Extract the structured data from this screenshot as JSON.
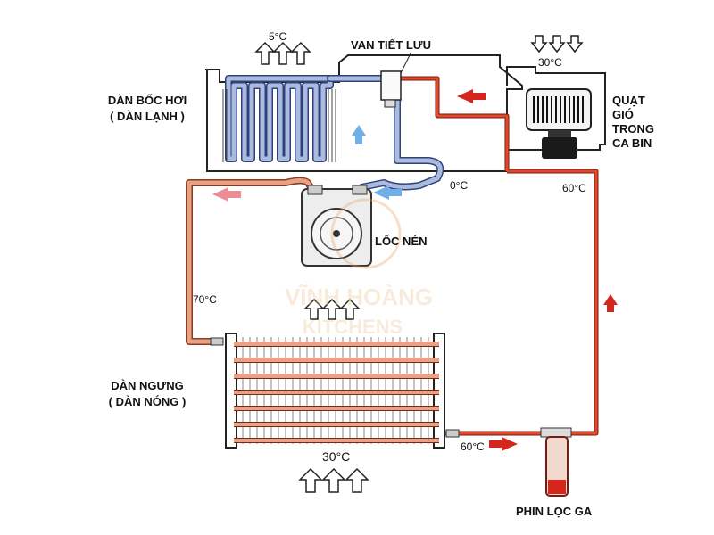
{
  "labels": {
    "evaporator_line1": "DÀN BỐC HƠI",
    "evaporator_line2": "( DÀN LẠNH )",
    "expansion_valve": "VAN TIẾT LƯU",
    "cabin_fan_line1": "QUẠT",
    "cabin_fan_line2": "GIÓ",
    "cabin_fan_line3": "TRONG",
    "cabin_fan_line4": "CA BIN",
    "compressor": "LỐC NÉN",
    "condenser_line1": "DÀN NGƯNG",
    "condenser_line2": "( DÀN NÓNG )",
    "filter_drier": "PHIN LỌC GA"
  },
  "temperatures": {
    "evaporator_air": "5°C",
    "cabin_air": "30°C",
    "suction": "0°C",
    "discharge_right": "60°C",
    "discharge_left": "70°C",
    "condenser_air": "30°C",
    "condenser_out": "60°C"
  },
  "watermark": {
    "line1": "VĨNH HOÀNG",
    "line2": "KITCHENS"
  },
  "colors": {
    "hot_pipe": "#e04a2a",
    "warm_pipe": "#eaa182",
    "cold_pipe": "#9fb4d9",
    "hot_arrow": "#d4261c",
    "warm_arrow": "#ea8d94",
    "cold_arrow": "#6fb0e8",
    "outline": "#222222"
  }
}
